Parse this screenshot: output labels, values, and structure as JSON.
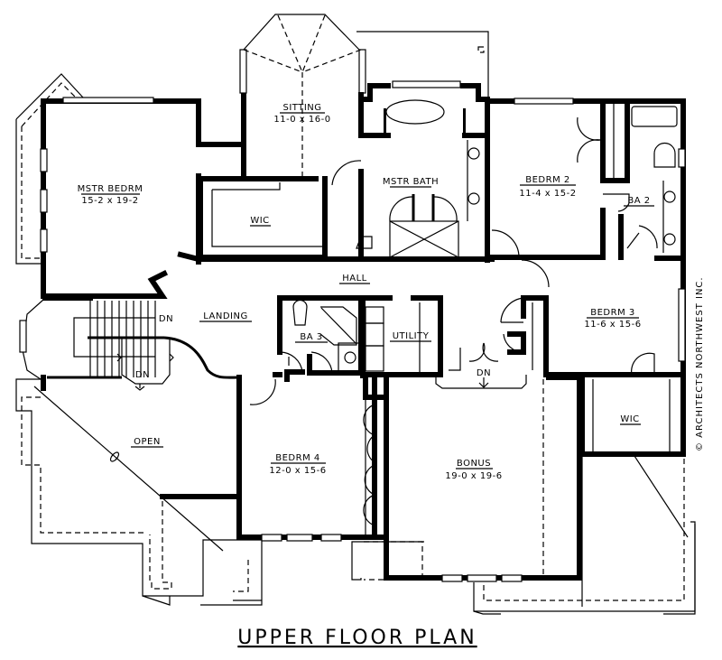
{
  "plan": {
    "title": "UPPER FLOOR PLAN",
    "copyright": "© ARCHITECTS NORTHWEST INC.",
    "rooms": [
      {
        "id": "mstr-bedrm",
        "name": "MSTR BEDRM",
        "size": "15-2 x 19-2"
      },
      {
        "id": "sitting",
        "name": "SITTING",
        "size": "11-0 x 16-0"
      },
      {
        "id": "wic-master",
        "name": "WIC",
        "size": ""
      },
      {
        "id": "mstr-bath",
        "name": "MSTR BATH",
        "size": ""
      },
      {
        "id": "bedrm-2",
        "name": "BEDRM 2",
        "size": "11-4 x 15-2"
      },
      {
        "id": "ba-2",
        "name": "BA 2",
        "size": ""
      },
      {
        "id": "hall",
        "name": "HALL",
        "size": ""
      },
      {
        "id": "landing",
        "name": "LANDING",
        "size": ""
      },
      {
        "id": "ba-3",
        "name": "BA 3",
        "size": ""
      },
      {
        "id": "utility",
        "name": "UTILITY",
        "size": ""
      },
      {
        "id": "bedrm-3",
        "name": "BEDRM 3",
        "size": "11-6 x 15-6"
      },
      {
        "id": "wic-bedrm3",
        "name": "WIC",
        "size": ""
      },
      {
        "id": "open",
        "name": "OPEN",
        "size": ""
      },
      {
        "id": "bedrm-4",
        "name": "BEDRM 4",
        "size": "12-0 x 15-6"
      },
      {
        "id": "bonus",
        "name": "BONUS",
        "size": "19-0 x 19-6"
      }
    ],
    "stair_labels": {
      "dn_upper": "DN",
      "dn_lower": "DN",
      "dn_bonus": "DN"
    }
  }
}
